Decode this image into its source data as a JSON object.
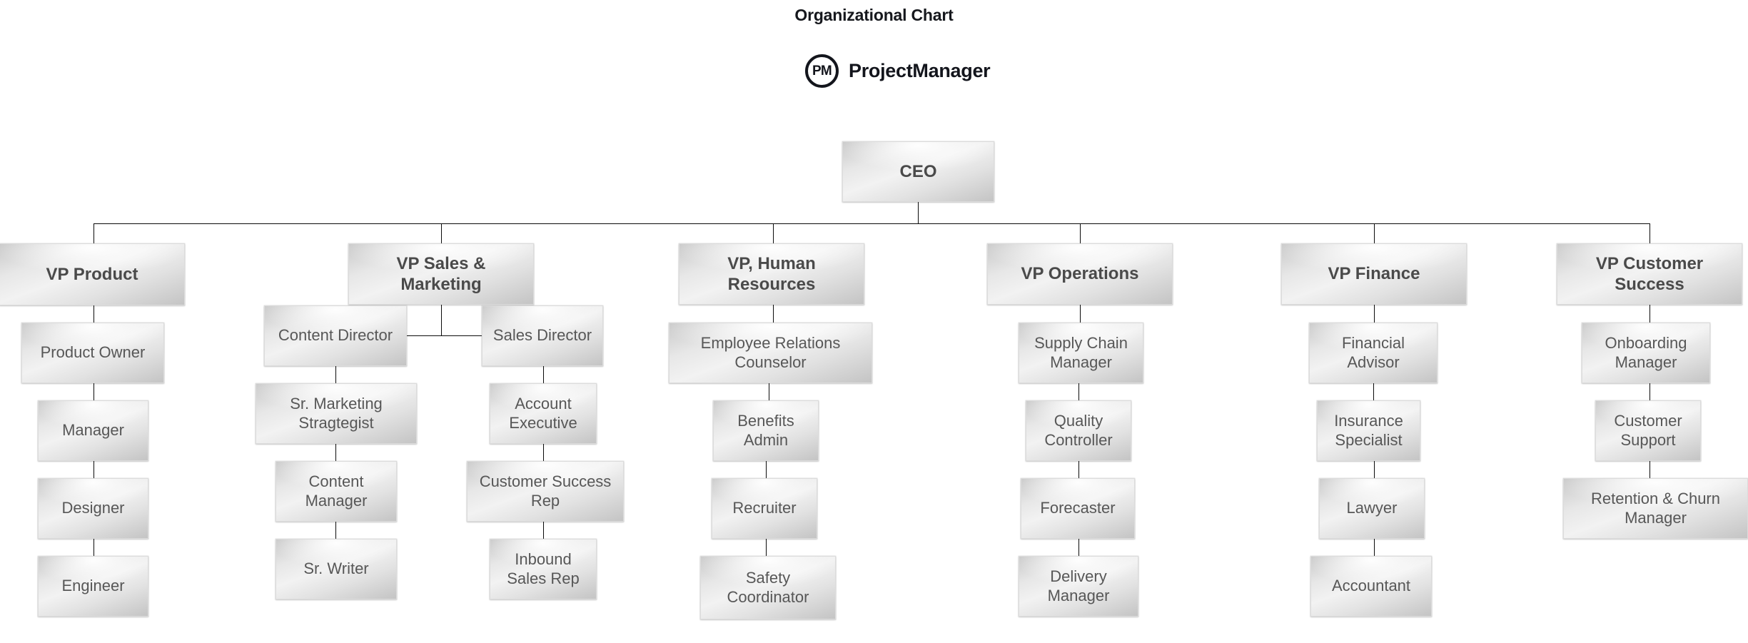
{
  "header": {
    "title": "Organizational Chart",
    "brand_initials": "PM",
    "brand_name": "ProjectManager"
  },
  "colors": {
    "text": "#575757",
    "line": "#0b0b0b",
    "brand": "#13151c",
    "box_light": "#f2f2f2",
    "box_dark": "#c4c4c4"
  },
  "chart_data": {
    "type": "diagram",
    "title": "Organizational Chart",
    "root": "CEO",
    "nodes": [
      {
        "id": "ceo",
        "label": "CEO",
        "level": 0,
        "parent": null
      },
      {
        "id": "vp-product",
        "label": "VP Product",
        "level": 1,
        "parent": "ceo"
      },
      {
        "id": "product-owner",
        "label": "Product Owner",
        "level": 2,
        "parent": "vp-product"
      },
      {
        "id": "manager",
        "label": "Manager",
        "level": 3,
        "parent": "product-owner"
      },
      {
        "id": "designer",
        "label": "Designer",
        "level": 4,
        "parent": "manager"
      },
      {
        "id": "engineer",
        "label": "Engineer",
        "level": 5,
        "parent": "designer"
      },
      {
        "id": "vp-sales",
        "label": "VP Sales & Marketing",
        "level": 1,
        "parent": "ceo"
      },
      {
        "id": "content-director",
        "label": "Content Director",
        "level": 2,
        "parent": "vp-sales"
      },
      {
        "id": "sr-marketing",
        "label": "Sr. Marketing Stragtegist",
        "level": 3,
        "parent": "content-director"
      },
      {
        "id": "content-manager",
        "label": "Content Manager",
        "level": 4,
        "parent": "sr-marketing"
      },
      {
        "id": "sr-writer",
        "label": "Sr. Writer",
        "level": 5,
        "parent": "content-manager"
      },
      {
        "id": "sales-director",
        "label": "Sales Director",
        "level": 2,
        "parent": "vp-sales"
      },
      {
        "id": "account-exec",
        "label": "Account Executive",
        "level": 3,
        "parent": "sales-director"
      },
      {
        "id": "customer-success-rep",
        "label": "Customer Success Rep",
        "level": 4,
        "parent": "account-exec"
      },
      {
        "id": "inbound-sales-rep",
        "label": "Inbound Sales Rep",
        "level": 5,
        "parent": "customer-success-rep"
      },
      {
        "id": "vp-hr",
        "label": "VP, Human Resources",
        "level": 1,
        "parent": "ceo"
      },
      {
        "id": "employee-relations",
        "label": "Employee Relations Counselor",
        "level": 2,
        "parent": "vp-hr"
      },
      {
        "id": "benefits-admin",
        "label": "Benefits Admin",
        "level": 3,
        "parent": "employee-relations"
      },
      {
        "id": "recruiter",
        "label": "Recruiter",
        "level": 4,
        "parent": "benefits-admin"
      },
      {
        "id": "safety-coordinator",
        "label": "Safety Coordinator",
        "level": 5,
        "parent": "recruiter"
      },
      {
        "id": "vp-ops",
        "label": "VP Operations",
        "level": 1,
        "parent": "ceo"
      },
      {
        "id": "supply-chain",
        "label": "Supply Chain Manager",
        "level": 2,
        "parent": "vp-ops"
      },
      {
        "id": "quality-controller",
        "label": "Quality Controller",
        "level": 3,
        "parent": "supply-chain"
      },
      {
        "id": "forecaster",
        "label": "Forecaster",
        "level": 4,
        "parent": "quality-controller"
      },
      {
        "id": "delivery-manager",
        "label": "Delivery Manager",
        "level": 5,
        "parent": "forecaster"
      },
      {
        "id": "vp-finance",
        "label": "VP Finance",
        "level": 1,
        "parent": "ceo"
      },
      {
        "id": "financial-advisor",
        "label": "Financial Advisor",
        "level": 2,
        "parent": "vp-finance"
      },
      {
        "id": "insurance-specialist",
        "label": "Insurance Specialist",
        "level": 3,
        "parent": "financial-advisor"
      },
      {
        "id": "lawyer",
        "label": "Lawyer",
        "level": 4,
        "parent": "insurance-specialist"
      },
      {
        "id": "accountant",
        "label": "Accountant",
        "level": 5,
        "parent": "lawyer"
      },
      {
        "id": "vp-cs",
        "label": "VP Customer Success",
        "level": 1,
        "parent": "ceo"
      },
      {
        "id": "onboarding-manager",
        "label": "Onboarding Manager",
        "level": 2,
        "parent": "vp-cs"
      },
      {
        "id": "customer-support",
        "label": "Customer Support",
        "level": 3,
        "parent": "onboarding-manager"
      },
      {
        "id": "retention-churn",
        "label": "Retention & Churn Manager",
        "level": 4,
        "parent": "customer-support"
      }
    ]
  }
}
